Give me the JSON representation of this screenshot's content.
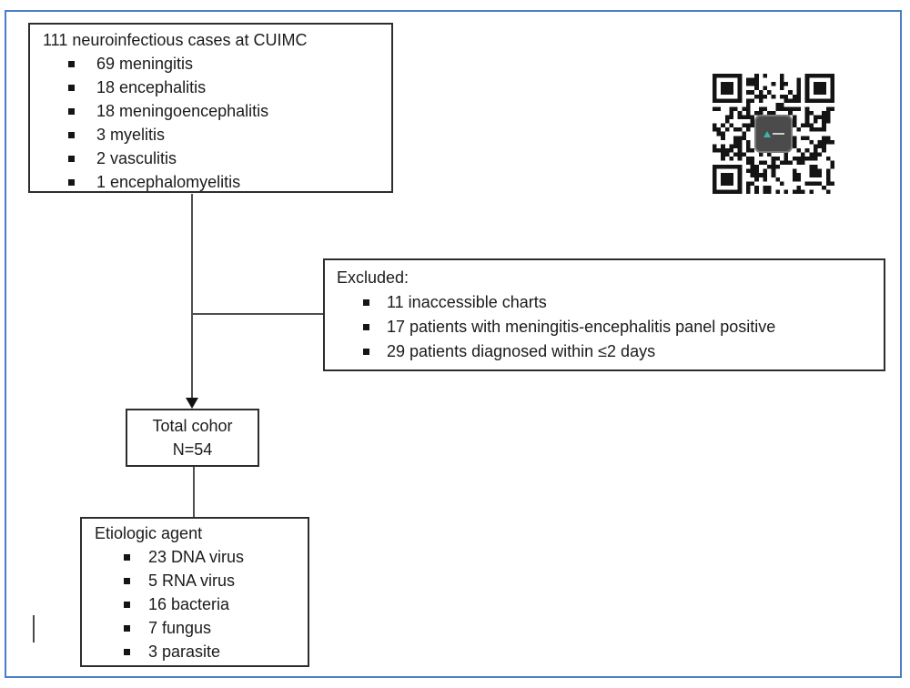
{
  "page": {
    "background": "#ffffff",
    "border_color": "#4a7cc7"
  },
  "flowchart": {
    "cohort_box": {
      "title": "111 neuroinfectious cases at CUIMC",
      "items": [
        "69 meningitis",
        "18 encephalitis",
        "18 meningoencephalitis",
        "3 myelitis",
        "2 vasculitis",
        "1 encephalomyelitis"
      ]
    },
    "excluded_box": {
      "title": "Excluded:",
      "items": [
        "11 inaccessible charts",
        "17 patients with meningitis-encephalitis panel positive",
        "29 patients diagnosed within ≤2 days"
      ]
    },
    "total_box": {
      "line1": "Total cohor",
      "line2": "N=54"
    },
    "etiologic_box": {
      "title": "Etiologic agent",
      "items": [
        "23 DNA virus",
        "5 RNA virus",
        "16 bacteria",
        "7 fungus",
        "3 parasite"
      ]
    }
  }
}
